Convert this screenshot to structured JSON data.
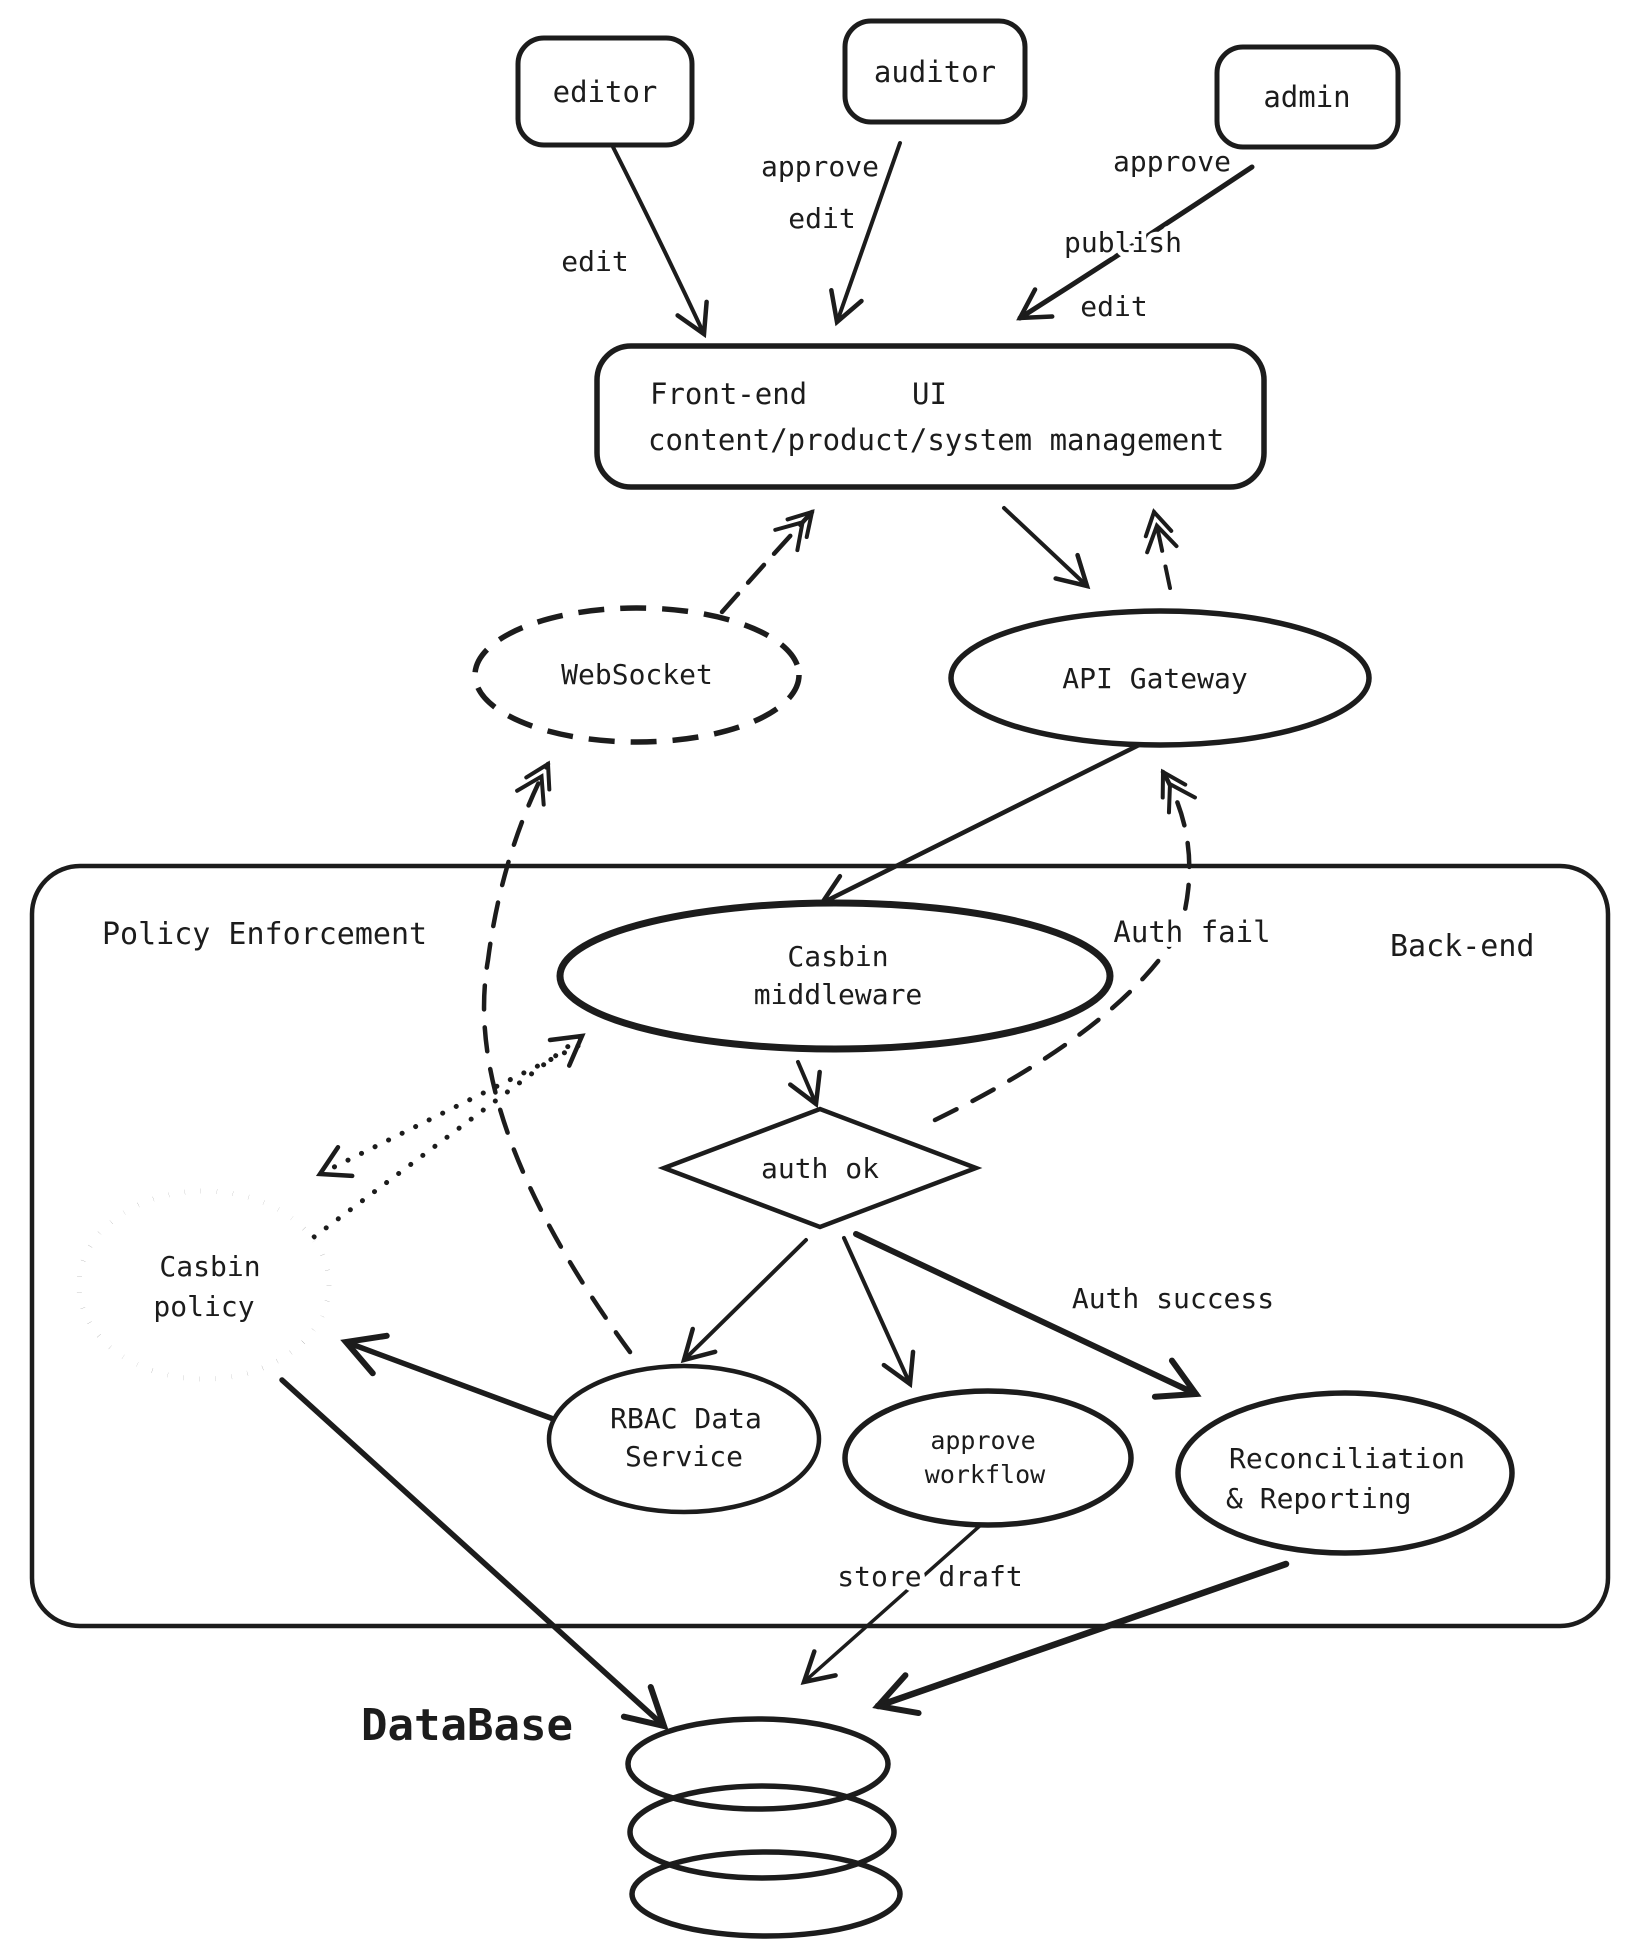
{
  "diagram": {
    "colors": {
      "ink": "#1c1c1c",
      "accent_brown": "#8a7064",
      "background": "#ffffff"
    },
    "actors": [
      {
        "label": "editor"
      },
      {
        "label": "auditor"
      },
      {
        "label": "admin"
      }
    ],
    "frontend": {
      "region_label": "Front-end",
      "title": "UI",
      "subtitle": "content/product/system management"
    },
    "regions": {
      "policy_enforcement": "Policy Enforcement",
      "backend": "Back-end"
    },
    "nodes": {
      "websocket": "WebSocket",
      "api_gateway": "API Gateway",
      "casbin_middleware_line1": "Casbin",
      "casbin_middleware_line2": "middleware",
      "auth_ok": "auth ok",
      "casbin_policy_line1": "Casbin",
      "casbin_policy_line2": "policy",
      "rbac_line1": "RBAC Data",
      "rbac_line2": "Service",
      "approve_workflow_line1": "approve",
      "approve_workflow_line2": "workflow",
      "reconciliation_line1": "Reconciliation",
      "reconciliation_line2": "& Reporting",
      "database": "DataBase"
    },
    "edge_labels": {
      "editor_edit": "edit",
      "auditor_approve": "approve",
      "auditor_edit": "edit",
      "admin_approve": "approve",
      "admin_publish": "publish",
      "admin_edit": "edit",
      "auth_fail": "Auth fail",
      "auth_success": "Auth success",
      "store_draft": "store draft"
    }
  }
}
